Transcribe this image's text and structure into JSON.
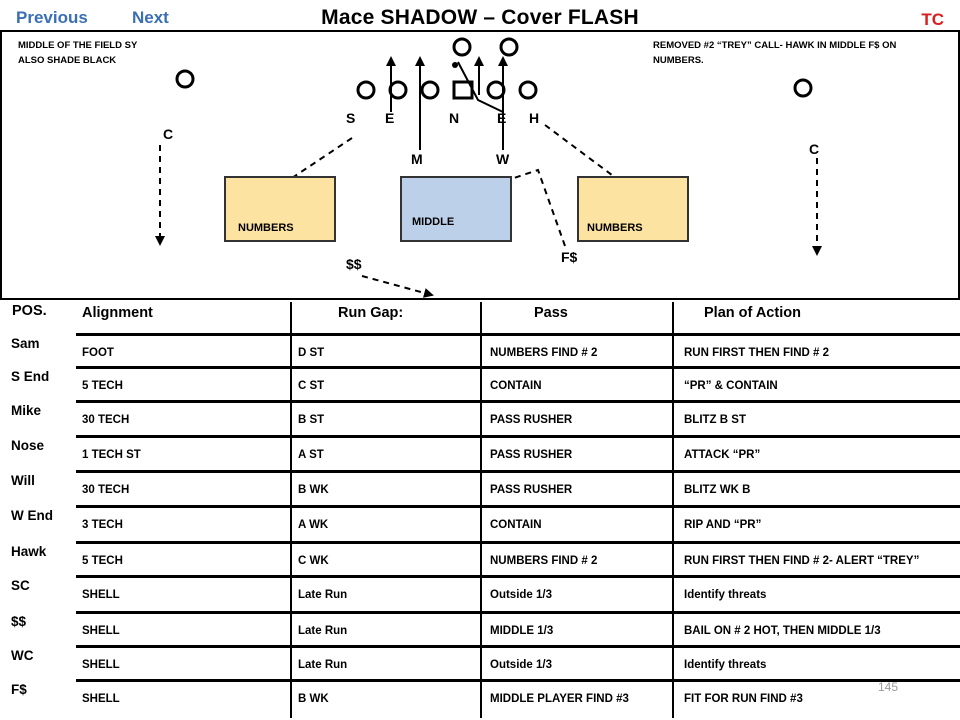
{
  "nav": {
    "previous": "Previous",
    "next": "Next"
  },
  "title": "Mace SHADOW – Cover FLASH",
  "corner_tag": "TC",
  "notes": {
    "left": "MIDDLE OF THE FIELD SY\nALSO SHADE BLACK",
    "right": "REMOVED #2 “TREY” CALL- HAWK IN MIDDLE F$ ON\nNUMBERS."
  },
  "zones": {
    "left": "NUMBERS",
    "middle": "MIDDLE",
    "right": "NUMBERS"
  },
  "player_labels": {
    "s": "S",
    "e1": "E",
    "n": "N",
    "e2": "E",
    "h": "H",
    "m": "M",
    "w": "W",
    "c_left": "C",
    "c_right": "C",
    "ss": "$$",
    "fs": "F$"
  },
  "table": {
    "headers": {
      "pos": "POS.",
      "alignment": "Alignment",
      "run_gap": "Run Gap:",
      "pass": "Pass",
      "plan": "Plan of Action"
    },
    "rows": [
      {
        "pos": "Sam",
        "alignment": "FOOT",
        "run_gap": "D ST",
        "pass": "NUMBERS FIND # 2",
        "plan": "RUN FIRST THEN FIND # 2"
      },
      {
        "pos": "S End",
        "alignment": "5 TECH",
        "run_gap": "C ST",
        "pass": "CONTAIN",
        "plan": "“PR” & CONTAIN"
      },
      {
        "pos": "Mike",
        "alignment": "30 TECH",
        "run_gap": "B ST",
        "pass": "PASS RUSHER",
        "plan": "BLITZ B ST"
      },
      {
        "pos": "Nose",
        "alignment": "1 TECH ST",
        "run_gap": "A ST",
        "pass": "PASS RUSHER",
        "plan": "ATTACK “PR”"
      },
      {
        "pos": "Will",
        "alignment": "30 TECH",
        "run_gap": "B WK",
        "pass": "PASS RUSHER",
        "plan": "BLITZ WK B"
      },
      {
        "pos": "W End",
        "alignment": "3 TECH",
        "run_gap": "A WK",
        "pass": "CONTAIN",
        "plan": "RIP AND “PR”"
      },
      {
        "pos": "Hawk",
        "alignment": "5 TECH",
        "run_gap": "C WK",
        "pass": "NUMBERS FIND # 2",
        "plan": "RUN FIRST THEN FIND # 2- ALERT “TREY”"
      },
      {
        "pos": "SC",
        "alignment": "SHELL",
        "run_gap": "Late Run",
        "pass": "Outside 1/3",
        "plan": "Identify threats"
      },
      {
        "pos": "$$",
        "alignment": "SHELL",
        "run_gap": "Late Run",
        "pass": "MIDDLE 1/3",
        "plan": "BAIL ON # 2 HOT, THEN MIDDLE 1/3"
      },
      {
        "pos": "WC",
        "alignment": "SHELL",
        "run_gap": "Late Run",
        "pass": "Outside 1/3",
        "plan": "Identify threats"
      },
      {
        "pos": "F$",
        "alignment": "SHELL",
        "run_gap": "B WK",
        "pass": "MIDDLE PLAYER FIND #3",
        "plan": "FIT FOR RUN FIND #3"
      }
    ]
  },
  "slide_number": "145",
  "colors": {
    "nav": "#3a6fb5",
    "tag": "#d81e1e",
    "zone_numbers": "#fde3a1",
    "zone_middle": "#bcd0ea"
  }
}
